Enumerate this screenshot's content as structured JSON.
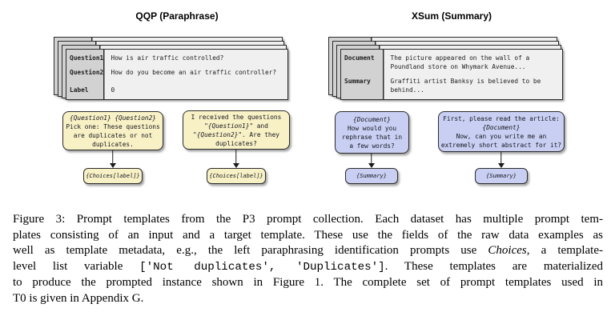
{
  "colors": {
    "qqp_accent": "#f8f1c6",
    "xsum_accent": "#c8cff2",
    "card_field_column": "#d2d2d2",
    "card_body": "#f0f0f0",
    "border": "#2b2b2b"
  },
  "figure": {
    "panels": [
      {
        "title": "QQP (Paraphrase)",
        "card_rows": [
          {
            "field": "Question1",
            "value": "How is air traffic controlled?"
          },
          {
            "field": "Question2",
            "value": "How do you become an air traffic controller?"
          },
          {
            "field": "Label",
            "value": "0"
          }
        ],
        "prompts": [
          {
            "input_lines": [
              [
                {
                  "t": "{Question1} {Question2}",
                  "i": true
                }
              ],
              [
                {
                  "t": "Pick one: These questions"
                }
              ],
              [
                {
                  "t": "are duplicates or not"
                }
              ],
              [
                {
                  "t": "duplicates."
                }
              ]
            ],
            "output": [
              {
                "t": "{Choices[label]}",
                "i": true
              }
            ]
          },
          {
            "input_lines": [
              [
                {
                  "t": "I received the questions"
                }
              ],
              [
                {
                  "t": "\""
                },
                {
                  "t": "{Question1}",
                  "i": true
                },
                {
                  "t": "\" and"
                }
              ],
              [
                {
                  "t": "\""
                },
                {
                  "t": "{Question2}",
                  "i": true
                },
                {
                  "t": "\". Are they"
                }
              ],
              [
                {
                  "t": "duplicates?"
                }
              ]
            ],
            "output": [
              {
                "t": "{Choices[label]}",
                "i": true
              }
            ]
          }
        ]
      },
      {
        "title": "XSum (Summary)",
        "card_rows": [
          {
            "field": "Document",
            "value": "The picture appeared on the wall of a\nPoundland store on Whymark Avenue..."
          },
          {
            "field": "Summary",
            "value": "Graffiti artist Banksy is believed to be\nbehind..."
          }
        ],
        "prompts": [
          {
            "input_lines": [
              [
                {
                  "t": "{Document}",
                  "i": true
                }
              ],
              [
                {
                  "t": "How would you"
                }
              ],
              [
                {
                  "t": "rephrase that in"
                }
              ],
              [
                {
                  "t": "a few words?"
                }
              ]
            ],
            "output": [
              {
                "t": "{Summary}",
                "i": true
              }
            ]
          },
          {
            "input_lines": [
              [
                {
                  "t": "First, please read the article:"
                }
              ],
              [
                {
                  "t": "{Document}",
                  "i": true
                }
              ],
              [
                {
                  "t": "Now, can you write me an"
                }
              ],
              [
                {
                  "t": "extremely short abstract for it?"
                }
              ]
            ],
            "output": [
              {
                "t": "{Summary}",
                "i": true
              }
            ]
          }
        ]
      }
    ]
  },
  "caption": {
    "lines": [
      [
        {
          "t": "Figure 3: Prompt templates from the P3 prompt collection. Each dataset has multiple prompt tem-"
        }
      ],
      [
        {
          "t": "plates consisting of an input and a target template. These use the fields of the raw data examples as"
        }
      ],
      [
        {
          "t": "well as template metadata, e.g., the left paraphrasing identification prompts use "
        },
        {
          "t": "Choices",
          "i": true
        },
        {
          "t": ", a template-"
        }
      ],
      [
        {
          "t": "level list variable "
        },
        {
          "t": "['Not duplicates', 'Duplicates']",
          "m": true
        },
        {
          "t": ". These templates are materialized"
        }
      ],
      [
        {
          "t": "to produce the prompted instance shown in Figure 1. The complete set of prompt templates used in"
        }
      ],
      [
        {
          "t": "T0 is given in Appendix G."
        }
      ]
    ]
  }
}
